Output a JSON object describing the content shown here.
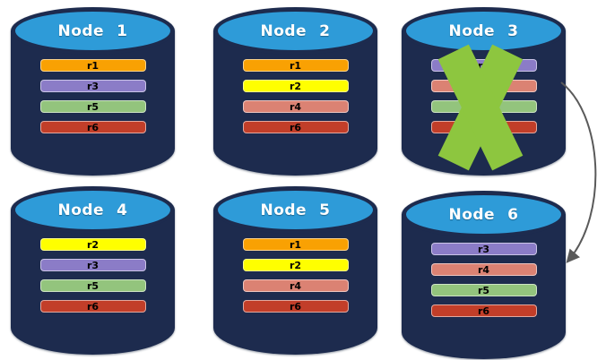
{
  "diagram": {
    "description": "Six database nodes with replica partitions; Node 3 has failed and traffic is redirected to Node 6",
    "cylinder": {
      "body_color": "#1D2B4E",
      "top_color": "#2E9BD8",
      "title_text_color": "#FFFFFF"
    },
    "nodes": [
      {
        "label": "Node 1",
        "failed": false,
        "replicas": [
          {
            "name": "r1",
            "color": "#F9A103"
          },
          {
            "name": "r3",
            "color": "#8B7CC7"
          },
          {
            "name": "r5",
            "color": "#93C47D"
          },
          {
            "name": "r6",
            "color": "#C23E29"
          }
        ]
      },
      {
        "label": "Node 2",
        "failed": false,
        "replicas": [
          {
            "name": "r1",
            "color": "#F9A103"
          },
          {
            "name": "r2",
            "color": "#FFFF00"
          },
          {
            "name": "r4",
            "color": "#DB8273"
          },
          {
            "name": "r6",
            "color": "#C23E29"
          }
        ]
      },
      {
        "label": "Node 3",
        "failed": true,
        "replicas": [
          {
            "name": "r3",
            "color": "#8B7CC7"
          },
          {
            "name": "r4",
            "color": "#DB8273"
          },
          {
            "name": "r5",
            "color": "#93C47D"
          },
          {
            "name": "r6",
            "color": "#C23E29"
          }
        ]
      },
      {
        "label": "Node 4",
        "failed": false,
        "replicas": [
          {
            "name": "r2",
            "color": "#FFFF00"
          },
          {
            "name": "r3",
            "color": "#8B7CC7"
          },
          {
            "name": "r5",
            "color": "#93C47D"
          },
          {
            "name": "r6",
            "color": "#C23E29"
          }
        ]
      },
      {
        "label": "Node 5",
        "failed": false,
        "replicas": [
          {
            "name": "r1",
            "color": "#F9A103"
          },
          {
            "name": "r2",
            "color": "#FFFF00"
          },
          {
            "name": "r4",
            "color": "#DB8273"
          },
          {
            "name": "r6",
            "color": "#C23E29"
          }
        ]
      },
      {
        "label": "Node 6",
        "failed": false,
        "replicas": [
          {
            "name": "r3",
            "color": "#8B7CC7"
          },
          {
            "name": "r4",
            "color": "#DB8273"
          },
          {
            "name": "r5",
            "color": "#93C47D"
          },
          {
            "name": "r6",
            "color": "#C23E29"
          }
        ]
      }
    ],
    "failure_mark": {
      "node": "Node 3",
      "color": "#8DC63F"
    },
    "arrow": {
      "from": "Node 3",
      "to": "Node 6",
      "color": "#5A5A5A"
    }
  }
}
